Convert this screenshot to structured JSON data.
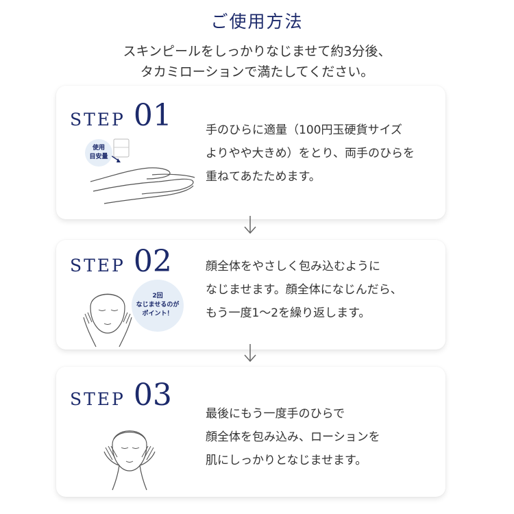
{
  "title": "ご使用方法",
  "intro": {
    "line1": "スキンピールをしっかりなじませて約3分後、",
    "line2": "タカミローションで満たしてください。"
  },
  "steps": [
    {
      "word": "STEP",
      "number": "01",
      "badge": {
        "line1": "使用",
        "line2": "目安量"
      },
      "lines": [
        "手のひらに適量（100円玉硬貨サイズ",
        "よりやや大きめ）をとり、両手のひらを",
        "重ねてあたためます。"
      ]
    },
    {
      "word": "STEP",
      "number": "02",
      "badge": {
        "line1": "2回",
        "line2": "なじませるのが",
        "line3": "ポイント！"
      },
      "lines": [
        "顔全体をやさしく包み込むように",
        "なじませます。顔全体になじんだら、",
        "もう一度1〜2を繰り返します。"
      ]
    },
    {
      "word": "STEP",
      "number": "03",
      "lines": [
        "最後にもう一度手のひらで",
        "顔全体を包み込み、ローションを",
        "肌にしっかりとなじませます。"
      ]
    }
  ],
  "colors": {
    "accent": "#1c2a6b",
    "badge_bg": "#e6eef7",
    "text": "#333333"
  }
}
